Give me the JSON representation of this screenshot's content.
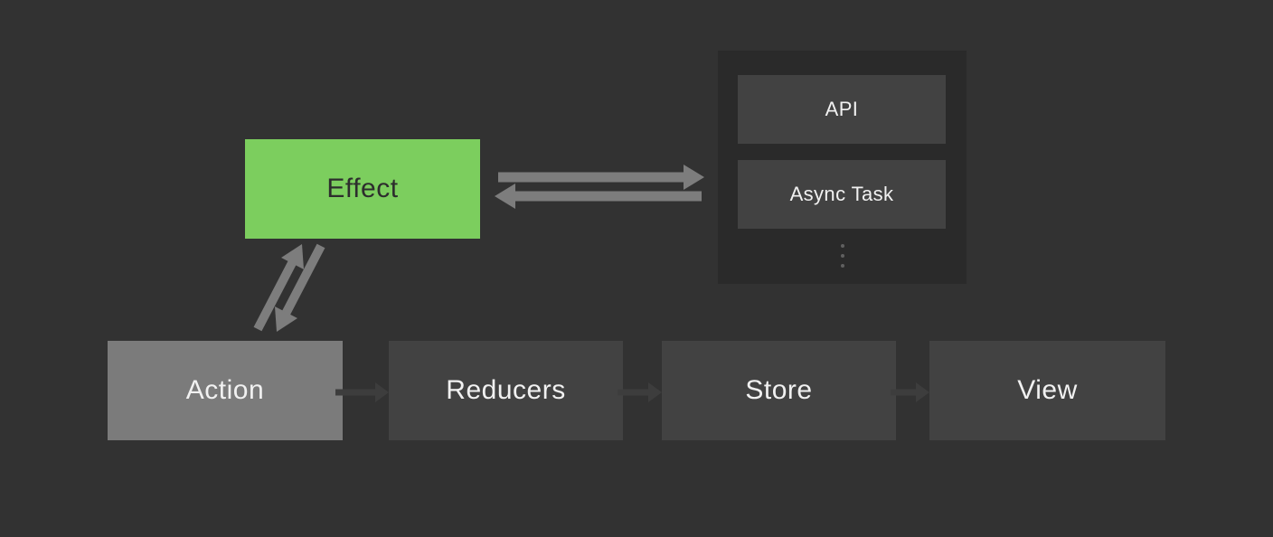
{
  "diagram": {
    "title": "Effect data flow diagram",
    "effect": {
      "label": "Effect"
    },
    "external": {
      "items": [
        {
          "label": "API"
        },
        {
          "label": "Async Task"
        }
      ],
      "more_items_icon": "vertical-ellipsis"
    },
    "flow": [
      {
        "label": "Action"
      },
      {
        "label": "Reducers"
      },
      {
        "label": "Store"
      },
      {
        "label": "View"
      }
    ],
    "arrows": [
      {
        "from": "Action",
        "to": "Reducers",
        "style": "dark"
      },
      {
        "from": "Reducers",
        "to": "Store",
        "style": "dark"
      },
      {
        "from": "Store",
        "to": "View",
        "style": "dark"
      },
      {
        "from": "Effect",
        "to": "API/Async Task",
        "style": "light"
      },
      {
        "from": "API/Async Task",
        "to": "Effect",
        "style": "light"
      },
      {
        "from": "Action",
        "to": "Effect",
        "style": "light"
      },
      {
        "from": "Effect",
        "to": "Action",
        "style": "light"
      }
    ]
  },
  "colors": {
    "background": "#323232",
    "effect_green": "#7cce5e",
    "effect_text": "#2d2d2d",
    "box_dark": "#424242",
    "box_text": "#f1f1f1",
    "action_gray": "#7b7b7b",
    "container_dark": "#2a2a2a",
    "arrow_light": "#7d7d7d",
    "arrow_dark": "#3d3d3d",
    "dots_gray": "#606060"
  }
}
